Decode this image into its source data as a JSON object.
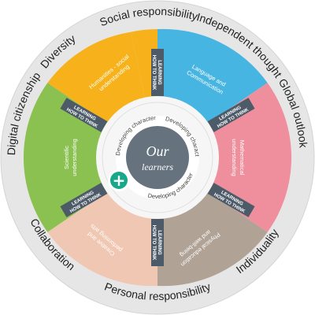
{
  "outer_ring": {
    "top": "Social responsibility",
    "top_right": "Independent thought",
    "right": "Global outlook",
    "bottom_right": "Individuality",
    "bottom": "Personal responsibility",
    "bottom_left": "Collaboration",
    "left": "Digital citizenship",
    "top_left": "Diversity"
  },
  "segments": {
    "humanities": {
      "line1": "Humanities - social",
      "line2": "understanding"
    },
    "language": {
      "line1": "Language and",
      "line2": "Communication"
    },
    "mathematical": {
      "line1": "Mathematical",
      "line2": "understanding"
    },
    "physical": {
      "line1": "Physical education",
      "line2": "and well-being"
    },
    "creative": {
      "line1": "Creative and",
      "line2": "performing arts"
    },
    "scientific": {
      "line1": "Scientific",
      "line2": "understanding"
    }
  },
  "banner": {
    "line1": "LEARNING",
    "line2": "HOW TO THINK"
  },
  "developing_character": "Developing character",
  "center": {
    "line1": "Our",
    "line2": "learners"
  },
  "plus_symbol": "+",
  "colors": {
    "outer_ring": "#e6e6e6",
    "humanities": "#f7b21b",
    "language": "#47b5e2",
    "mathematical": "#ef8f9e",
    "physical": "#b0a295",
    "creative": "#f0c7b2",
    "scientific": "#8bc150",
    "banner": "#4d5b69",
    "center": "#66727d",
    "plus": "#17a889"
  }
}
